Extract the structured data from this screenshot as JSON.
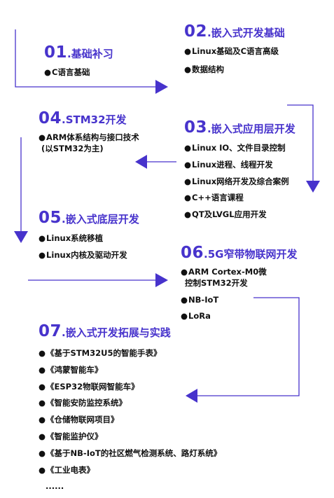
{
  "colors": {
    "accent": "#4733cc"
  },
  "sections": [
    {
      "num": "01",
      "name": ".基础补习",
      "items": [
        "C语言基础"
      ]
    },
    {
      "num": "02",
      "name": ".嵌入式开发基础",
      "items": [
        "Linux基础及C语言高级",
        "数据结构"
      ]
    },
    {
      "num": "03",
      "name": ".嵌入式应用层开发",
      "items": [
        "Linux IO、文件目录控制",
        "Linux进程、线程开发",
        "Linux网络开发及综合案例",
        "C++语言课程",
        "QT及LVGL应用开发"
      ]
    },
    {
      "num": "04",
      "name": ".STM32开发",
      "items": [
        "ARM体系结构与接口技术",
        "(以STM32为主)"
      ]
    },
    {
      "num": "05",
      "name": ".嵌入式底层开发",
      "items": [
        "Linux系统移植",
        "Linux内核及驱动开发"
      ]
    },
    {
      "num": "06",
      "name": ".5G窄带物联网开发",
      "items": [
        "ARM Cortex-M0微",
        "控制STM32开发",
        "NB-IoT",
        "LoRa"
      ]
    },
    {
      "num": "07",
      "name": ".嵌入式开发拓展与实践",
      "items": [
        "《基于STM32U5的智能手表》",
        "《鸿蒙智能车》",
        "《ESP32物联网智能车》",
        "《智能安防监控系统》",
        "《仓储物联网项目》",
        "《智能监护仪》",
        "《基于NB-IoT的社区燃气检测系统、路灯系统》",
        "《工业电表》"
      ],
      "more": "......"
    }
  ],
  "bullet": "●"
}
